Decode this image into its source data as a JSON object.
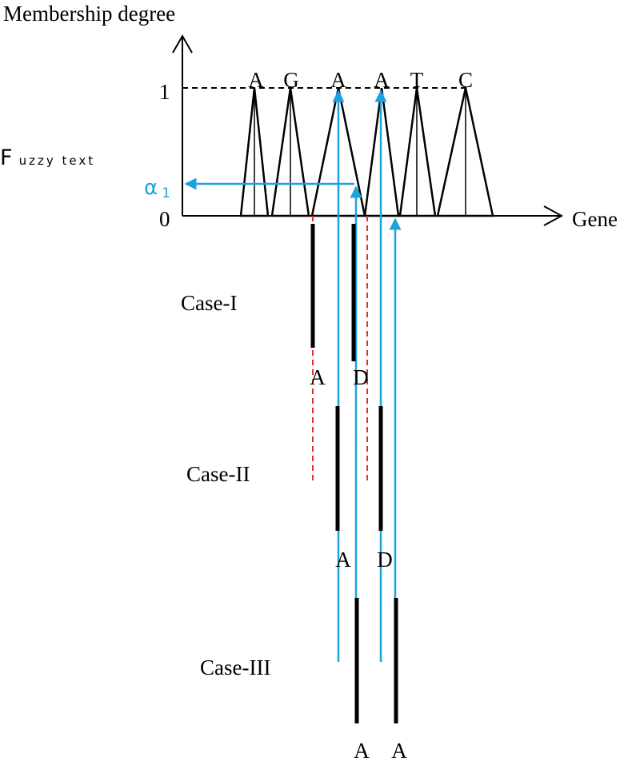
{
  "axes": {
    "y_label": "Membership degree",
    "x_label": "Gene",
    "tick_one": "1",
    "tick_zero": "0"
  },
  "side_label": {
    "big": "F",
    "rest": "uzzy text"
  },
  "alpha": {
    "symbol": "α",
    "subscript": "1",
    "color": "#1ba3e0"
  },
  "peaks": [
    "A",
    "G",
    "A",
    "A",
    "T",
    "C"
  ],
  "cases": {
    "case1": {
      "label": "Case-I",
      "ends": [
        "A",
        "D"
      ]
    },
    "case2": {
      "label": "Case-II",
      "ends": [
        "A",
        "D"
      ]
    },
    "case3": {
      "label": "Case-III",
      "ends": [
        "A",
        "A"
      ]
    }
  },
  "colors": {
    "line": "#000000",
    "blue": "#1ba3e0",
    "red_dash": "#e03030"
  }
}
